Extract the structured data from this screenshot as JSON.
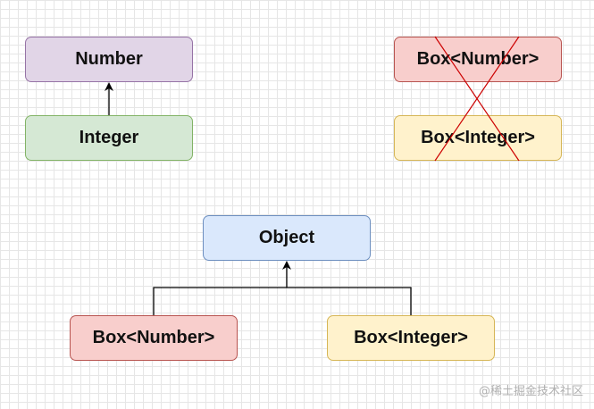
{
  "diagram": {
    "nodes": {
      "number": "Number",
      "integer": "Integer",
      "box_number_top": "Box<Number>",
      "box_integer_top": "Box<Integer>",
      "object": "Object",
      "box_number_bottom": "Box<Number>",
      "box_integer_bottom": "Box<Integer>"
    },
    "colors": {
      "arrow": "#000000",
      "cross_out": "#cc0000"
    }
  },
  "watermark": "@稀土掘金技术社区"
}
